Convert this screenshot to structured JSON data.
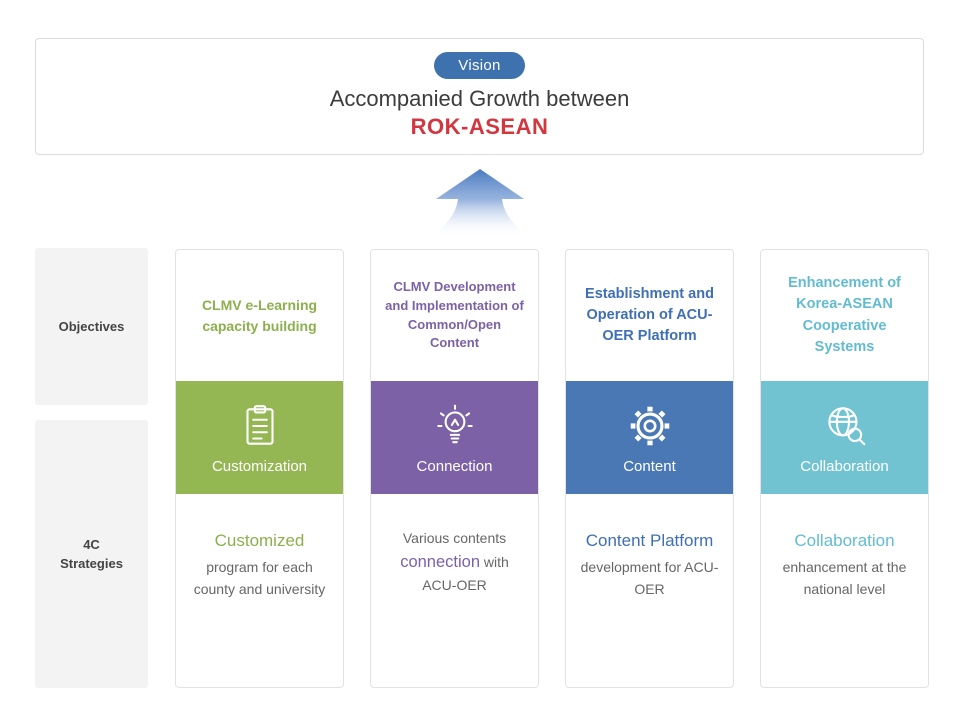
{
  "vision": {
    "badge_label": "Vision",
    "title_line1": "Accompanied Growth between",
    "title_line2": "ROK-ASEAN"
  },
  "row_labels": {
    "objectives": "Objectives",
    "strategies_line1": "4C",
    "strategies_line2": "Strategies"
  },
  "colors": {
    "vision_badge": "#3d72ae",
    "rok_asean_red": "#d2373f",
    "arrow_blue": "#4a7cc2",
    "customization_green": "#94b754",
    "connection_purple": "#7c61a6",
    "content_blue": "#4a78b5",
    "collaboration_teal": "#71c3d2",
    "body_text_gray": "#666666"
  },
  "columns": [
    {
      "objective": "CLMV e-Learning capacity building",
      "icon": "clipboard-icon",
      "band_label": "Customization",
      "strategy": {
        "prefix": "",
        "highlight": "Customized",
        "suffix": "program for each county and university"
      }
    },
    {
      "objective": "CLMV Development and Implementation of Common/Open Content",
      "icon": "lightbulb-icon",
      "band_label": "Connection",
      "strategy": {
        "prefix": "Various contents ",
        "highlight": "connection",
        "suffix": " with ACU-OER"
      }
    },
    {
      "objective": "Establishment and Operation of ACU-OER Platform",
      "icon": "gear-icon",
      "band_label": "Content",
      "strategy": {
        "prefix": "",
        "highlight": "Content Platform",
        "suffix": "development for ACU-OER"
      }
    },
    {
      "objective": "Enhancement of Korea-ASEAN Cooperative Systems",
      "icon": "globe-magnifier-icon",
      "band_label": "Collaboration",
      "strategy": {
        "prefix": "",
        "highlight": "Collaboration",
        "suffix": "enhancement at the national level"
      }
    }
  ]
}
